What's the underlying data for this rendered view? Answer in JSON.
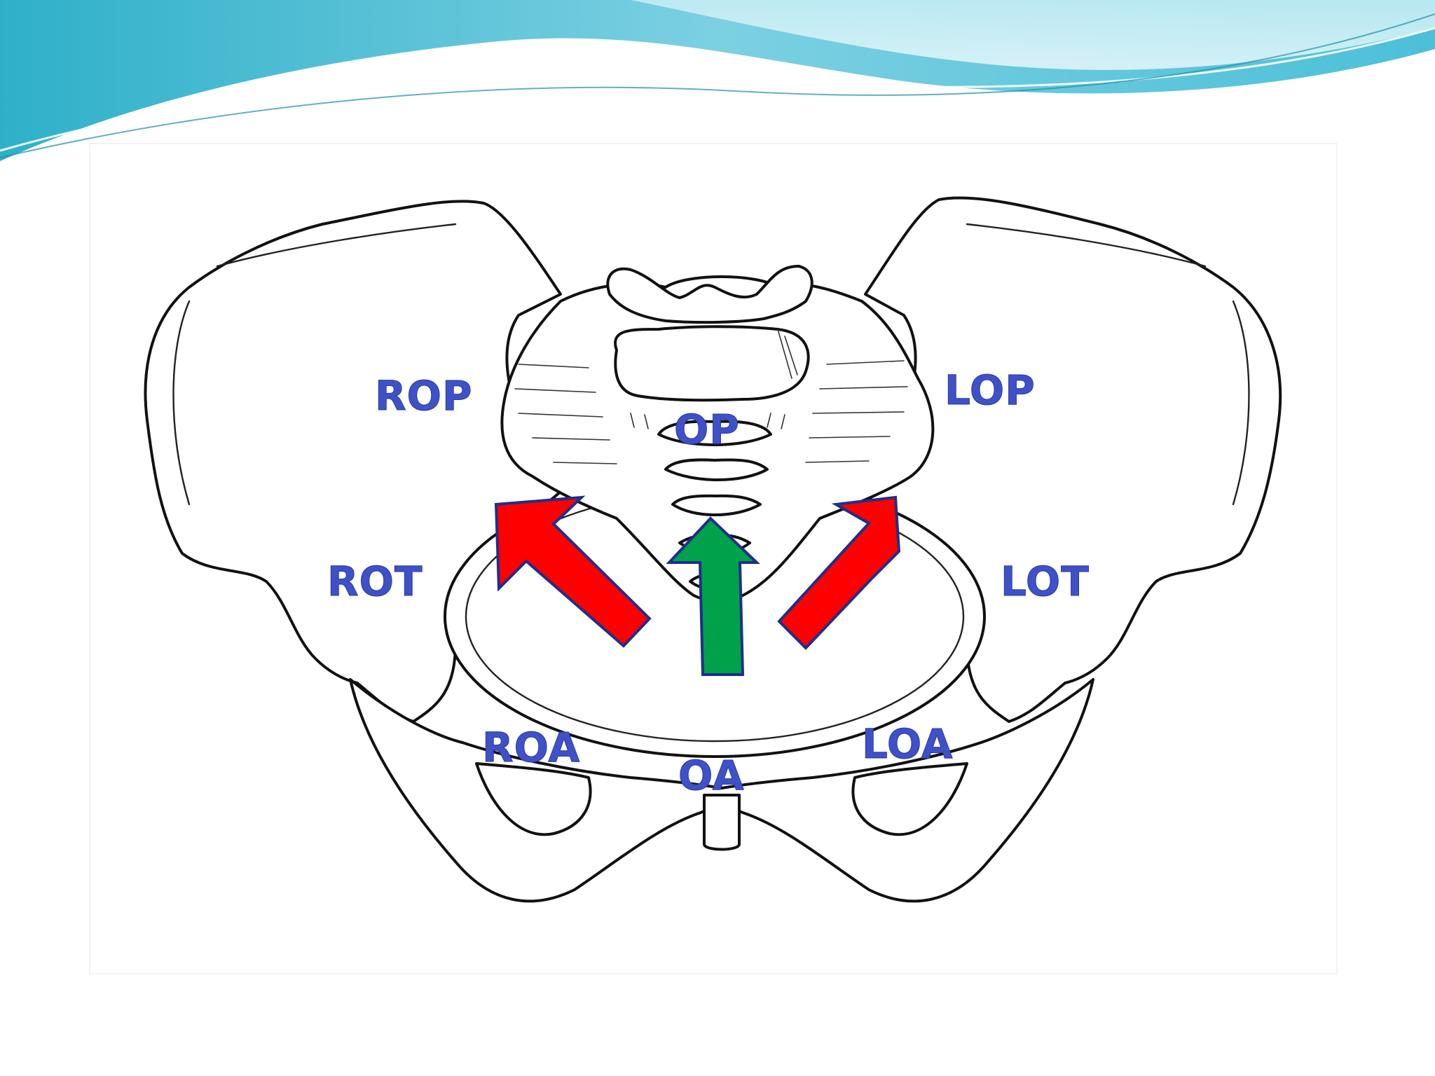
{
  "slide": {
    "background": "#ffffff",
    "header_colors": [
      "#3bb8cf",
      "#8fd6e6",
      "#5ec7db"
    ]
  },
  "diagram": {
    "labels": {
      "rop": "ROP",
      "op": "OP",
      "lop": "LOP",
      "rot": "ROT",
      "lot": "LOT",
      "roa": "ROA",
      "oa": "OA",
      "loa": "LOA"
    },
    "label_color": "#3f51c8",
    "arrows": [
      {
        "name": "right-rotation-arrow",
        "color": "#ff0000",
        "direction": "up-left"
      },
      {
        "name": "anterior-rotation-arrow",
        "color": "#00a14b",
        "direction": "up"
      },
      {
        "name": "left-rotation-arrow",
        "color": "#ff0000",
        "direction": "up-right"
      }
    ],
    "arrow_outline": "#1f2f8a"
  }
}
